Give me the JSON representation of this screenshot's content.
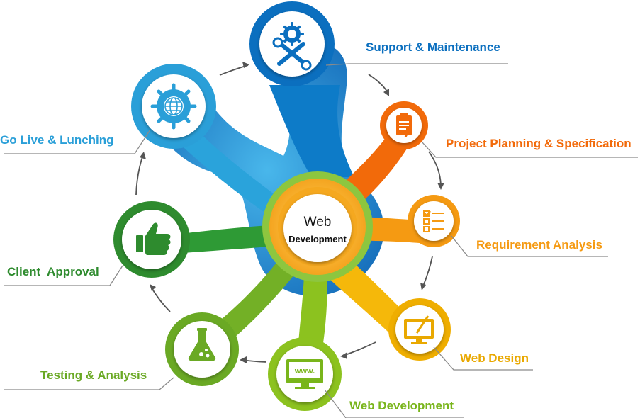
{
  "center": {
    "line1": "Web",
    "line2": "Development"
  },
  "stages": [
    {
      "id": "support",
      "label": "Support & Maintenance",
      "color": "#0b6fbf",
      "icon": "tools-gear-icon"
    },
    {
      "id": "planning",
      "label": "Project Planning & Specification",
      "color": "#f26a0a",
      "icon": "clipboard-icon"
    },
    {
      "id": "requirement",
      "label": "Requirement Analysis",
      "color": "#f59a12",
      "icon": "checklist-icon"
    },
    {
      "id": "design",
      "label": "Web Design",
      "color": "#e9a800",
      "icon": "monitor-pen-icon"
    },
    {
      "id": "development",
      "label": "Web Development",
      "color": "#79b51b",
      "icon": "browser-www-icon"
    },
    {
      "id": "testing",
      "label": "Testing & Analysis",
      "color": "#6aa924",
      "icon": "flask-icon"
    },
    {
      "id": "approval",
      "label": "Client  Approval",
      "color": "#2e8b2e",
      "icon": "thumbs-up-icon"
    },
    {
      "id": "golive",
      "label": "Go Live & Lunching",
      "color": "#2a9fd8",
      "icon": "globe-gear-icon"
    }
  ],
  "www_text": "www.",
  "colors": {
    "connector_line": "#8a8a8a",
    "arrow": "#555555",
    "badge_bg": "#ffffff"
  }
}
